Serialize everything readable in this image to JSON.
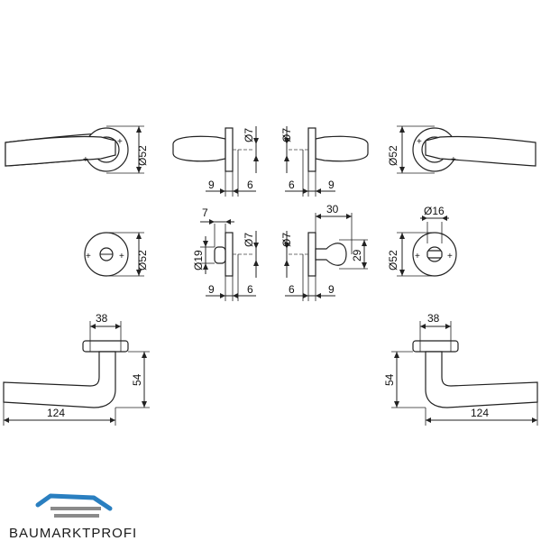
{
  "dimensions": {
    "rosette_diameter_tl": "Ø52",
    "rosette_diameter_tr": "Ø52",
    "rosette_diameter_ml": "Ø52",
    "rosette_diameter_mr": "Ø52",
    "pin_top_left": "Ø7",
    "pin_top_right": "Ø7",
    "pin_mid_left": "Ø7",
    "pin_mid_right": "Ø7",
    "gap_left_a_top": "9",
    "gap_left_b_top": "6",
    "gap_right_a_top": "6",
    "gap_right_b_top": "9",
    "gap_left_a_mid": "9",
    "gap_left_b_mid": "6",
    "gap_right_a_mid": "6",
    "gap_right_b_mid": "9",
    "turn_width": "7",
    "turn_diameter": "Ø19",
    "release_width": "30",
    "release_height": "29",
    "release_diameter": "Ø16",
    "lever_base_left": "38",
    "lever_base_right": "38",
    "lever_height_left": "54",
    "lever_height_right": "54",
    "lever_length_left": "124",
    "lever_length_right": "124"
  },
  "brand": {
    "name": "BAUMARKTPROFI",
    "color": "#2a7fc0"
  }
}
